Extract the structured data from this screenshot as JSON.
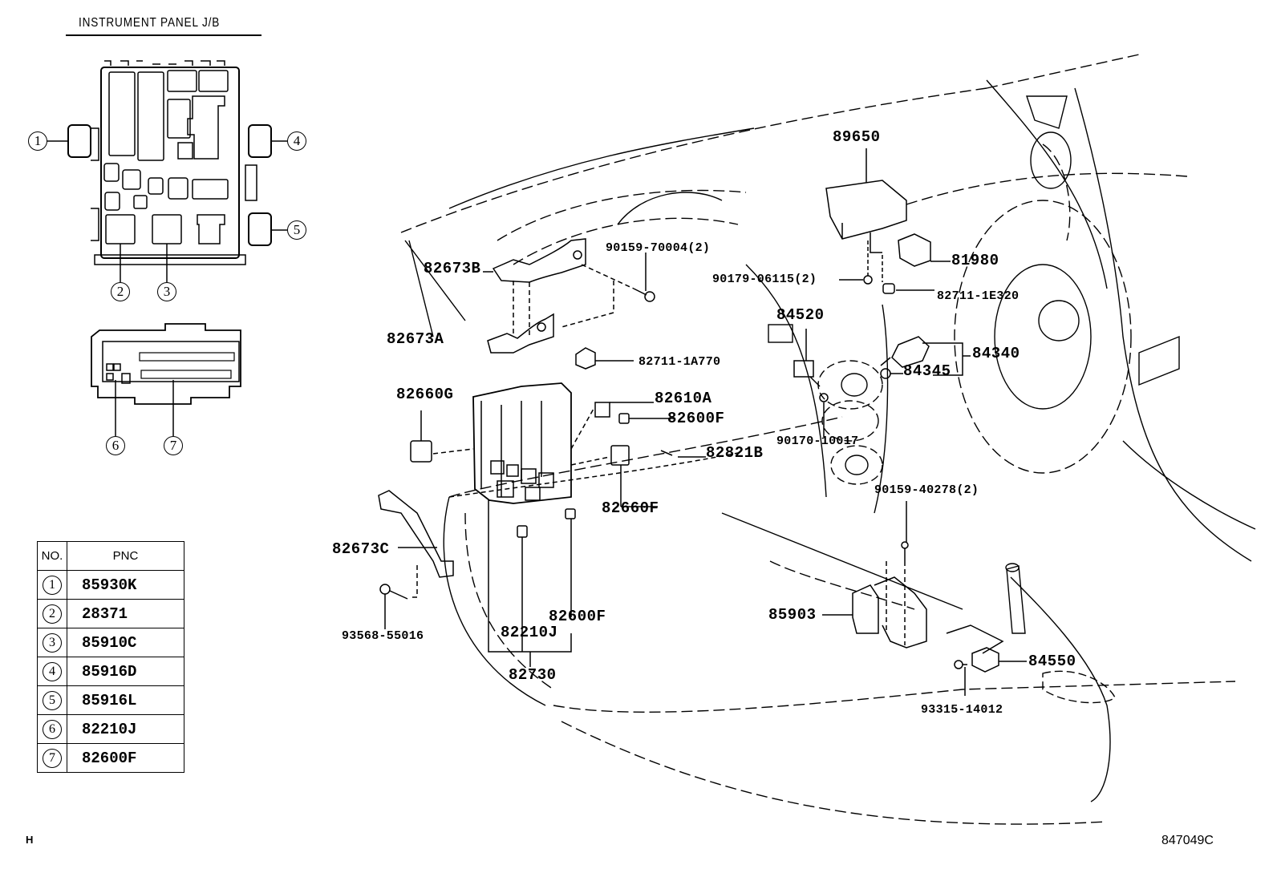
{
  "diagram": {
    "title": "INSTRUMENT PANEL J/B",
    "figure_code": "847049C",
    "corner_mark": "H"
  },
  "junction_block_callouts": [
    "1",
    "2",
    "3",
    "4",
    "5",
    "6",
    "7"
  ],
  "pnc_table": {
    "headers": {
      "no": "NO.",
      "pnc": "PNC"
    },
    "rows": [
      {
        "no": "1",
        "pnc": "85930K"
      },
      {
        "no": "2",
        "pnc": "28371"
      },
      {
        "no": "3",
        "pnc": "85910C"
      },
      {
        "no": "4",
        "pnc": "85916D"
      },
      {
        "no": "5",
        "pnc": "85916L"
      },
      {
        "no": "6",
        "pnc": "82210J"
      },
      {
        "no": "7",
        "pnc": "82600F"
      }
    ]
  },
  "part_labels": {
    "p89650": "89650",
    "p90159_70004": "90159-70004(2)",
    "p82673B": "82673B",
    "p90179_06115": "90179-06115(2)",
    "p81980": "81980",
    "p82711_1E320": "82711-1E320",
    "p82673A": "82673A",
    "p84520": "84520",
    "p82711_1A770": "82711-1A770",
    "p84340": "84340",
    "p84345": "84345",
    "p82660G": "82660G",
    "p82610A": "82610A",
    "p82600F_top": "82600F",
    "p90170_10017": "90170-10017",
    "p82821B": "82821B",
    "p90159_40278": "90159-40278(2)",
    "p82660F": "82660F",
    "p82673C": "82673C",
    "p82600F_bottom": "82600F",
    "p85903": "85903",
    "p93568_55016": "93568-55016",
    "p82210J": "82210J",
    "p84550": "84550",
    "p82730": "82730",
    "p93315_14012": "93315-14012"
  }
}
